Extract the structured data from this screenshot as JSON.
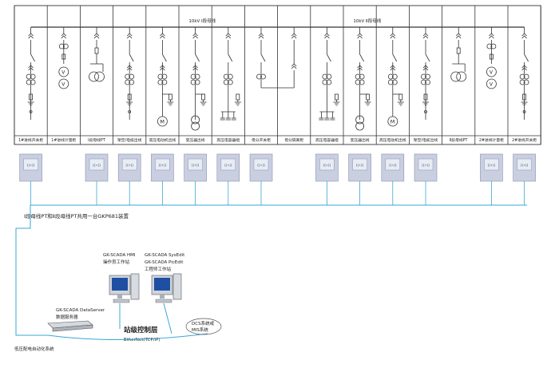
{
  "busbars": [
    {
      "label": "10kV Ⅰ段母线"
    },
    {
      "label": "10kV Ⅱ段母线"
    }
  ],
  "panels": [
    {
      "name": "1#进线开关柜",
      "type": "feeder",
      "device": true
    },
    {
      "name": "1#进线计量柜",
      "type": "metering",
      "device": false
    },
    {
      "name": "Ⅰ段母线PT",
      "type": "pt",
      "device": true
    },
    {
      "name": "架空/电缆出线",
      "type": "feeder",
      "device": true
    },
    {
      "name": "高压电动机出线",
      "type": "motor",
      "device": true
    },
    {
      "name": "变压器出线",
      "type": "transformer",
      "device": true
    },
    {
      "name": "高压电容器组",
      "type": "capacitor",
      "device": true
    },
    {
      "name": "母分开关柜",
      "type": "breaker",
      "device": true
    },
    {
      "name": "母分隔离柜",
      "type": "isolator",
      "device": false
    },
    {
      "name": "高压电容器组",
      "type": "capacitor",
      "device": true
    },
    {
      "name": "变压器出线",
      "type": "transformer",
      "device": true
    },
    {
      "name": "高压电动机出线",
      "type": "motor",
      "device": true
    },
    {
      "name": "架空/电缆出线",
      "type": "feeder",
      "device": true
    },
    {
      "name": "Ⅱ段母线PT",
      "type": "pt",
      "device": false
    },
    {
      "name": "2#进线计量柜",
      "type": "metering",
      "device": true
    },
    {
      "name": "2#进线开关柜",
      "type": "feeder",
      "device": true
    }
  ],
  "pt_note": "Ⅰ段母线PT和Ⅱ段母线PT共用一台GKP681装置",
  "hmi": {
    "line1": "GK-SCADA HMI",
    "line2": "操作员工作站"
  },
  "eng": {
    "line1": "GK-SCADA SysEdit",
    "line2": "GK-SCADA PicEdit",
    "line3": "工程师工作站"
  },
  "server": {
    "line1": "GK-SCADA DataServer",
    "line2": "数据服务器"
  },
  "station": {
    "title": "站级控制层",
    "subtitle": "EtherNet(TCP/IP)"
  },
  "dcs": {
    "line1": "DCS系统或",
    "line2": "MIS系统"
  },
  "system_name": "低压配电自动化系统",
  "colors": {
    "line": "#333333",
    "network": "#3aa7d6",
    "device_body": "#c9cfe0",
    "device_screen": "#e8ecf5"
  }
}
